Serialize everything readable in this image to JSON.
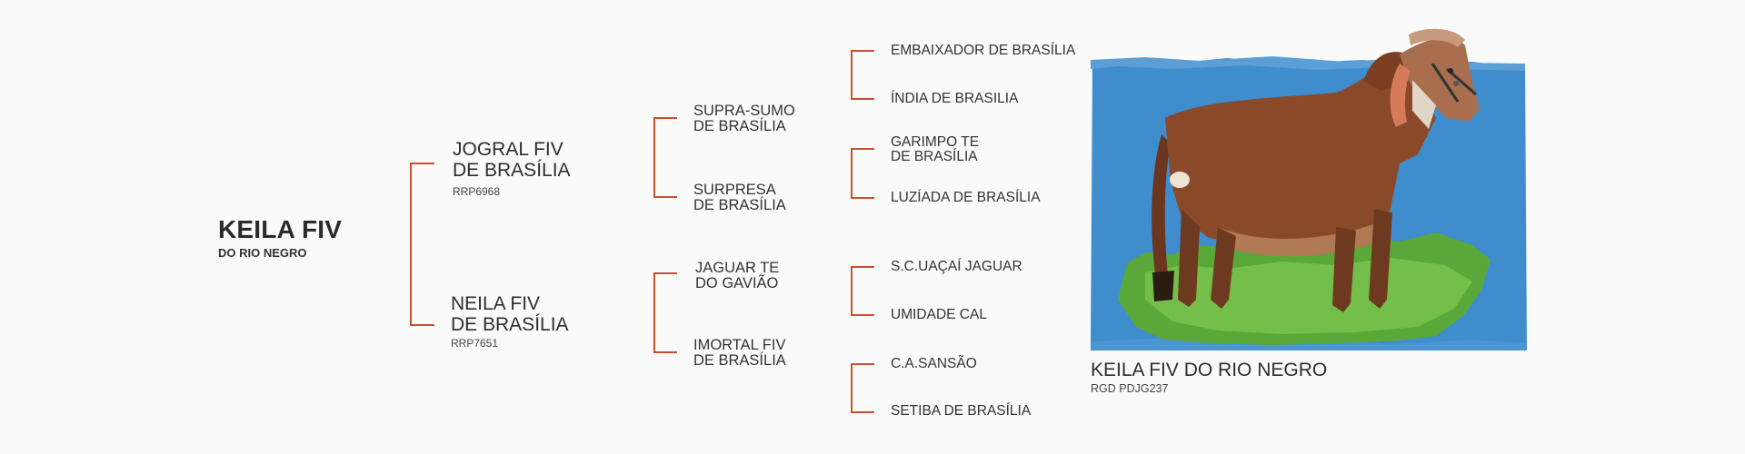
{
  "animal": {
    "name": "KEILA FIV",
    "subtitle": "DO RIO NEGRO"
  },
  "parents": {
    "sire": {
      "line1": "JOGRAL FIV",
      "line2": "DE BRASÍLIA",
      "reg": "RRP6968"
    },
    "dam": {
      "line1": "NEILA FIV",
      "line2": "DE BRASÍLIA",
      "reg": "RRP7651"
    }
  },
  "grandparents": {
    "sire_sire": {
      "line1": "SUPRA-SUMO",
      "line2": "DE BRASÍLIA"
    },
    "sire_dam": {
      "line1": "SURPRESA",
      "line2": "DE BRASÍLIA"
    },
    "dam_sire": {
      "line1": "JAGUAR TE",
      "line2": "DO GAVIÃO"
    },
    "dam_dam": {
      "line1": "IMORTAL FIV",
      "line2": "DE BRASÍLIA"
    }
  },
  "great_grandparents": {
    "g1": "EMBAIXADOR DE BRASÍLIA",
    "g2": "ÍNDIA DE BRASILIA",
    "g3_line1": "GARIMPO TE",
    "g3_line2": "DE BRASÍLIA",
    "g4": "LUZÍADA DE BRASÍLIA",
    "g5": "S.C.UAÇAÍ JAGUAR",
    "g6": "UMIDADE CAL",
    "g7": "C.A.SANSÃO",
    "g8": "SETIBA DE BRASÍLIA"
  },
  "photo": {
    "caption": "KEILA FIV DO RIO NEGRO",
    "registration": "RGD PDJG237"
  },
  "colors": {
    "accent": "#c8522c",
    "photo_bg": "#3f8dcd",
    "grass": "#5aa83a",
    "cattle": "#8a4a2a"
  }
}
